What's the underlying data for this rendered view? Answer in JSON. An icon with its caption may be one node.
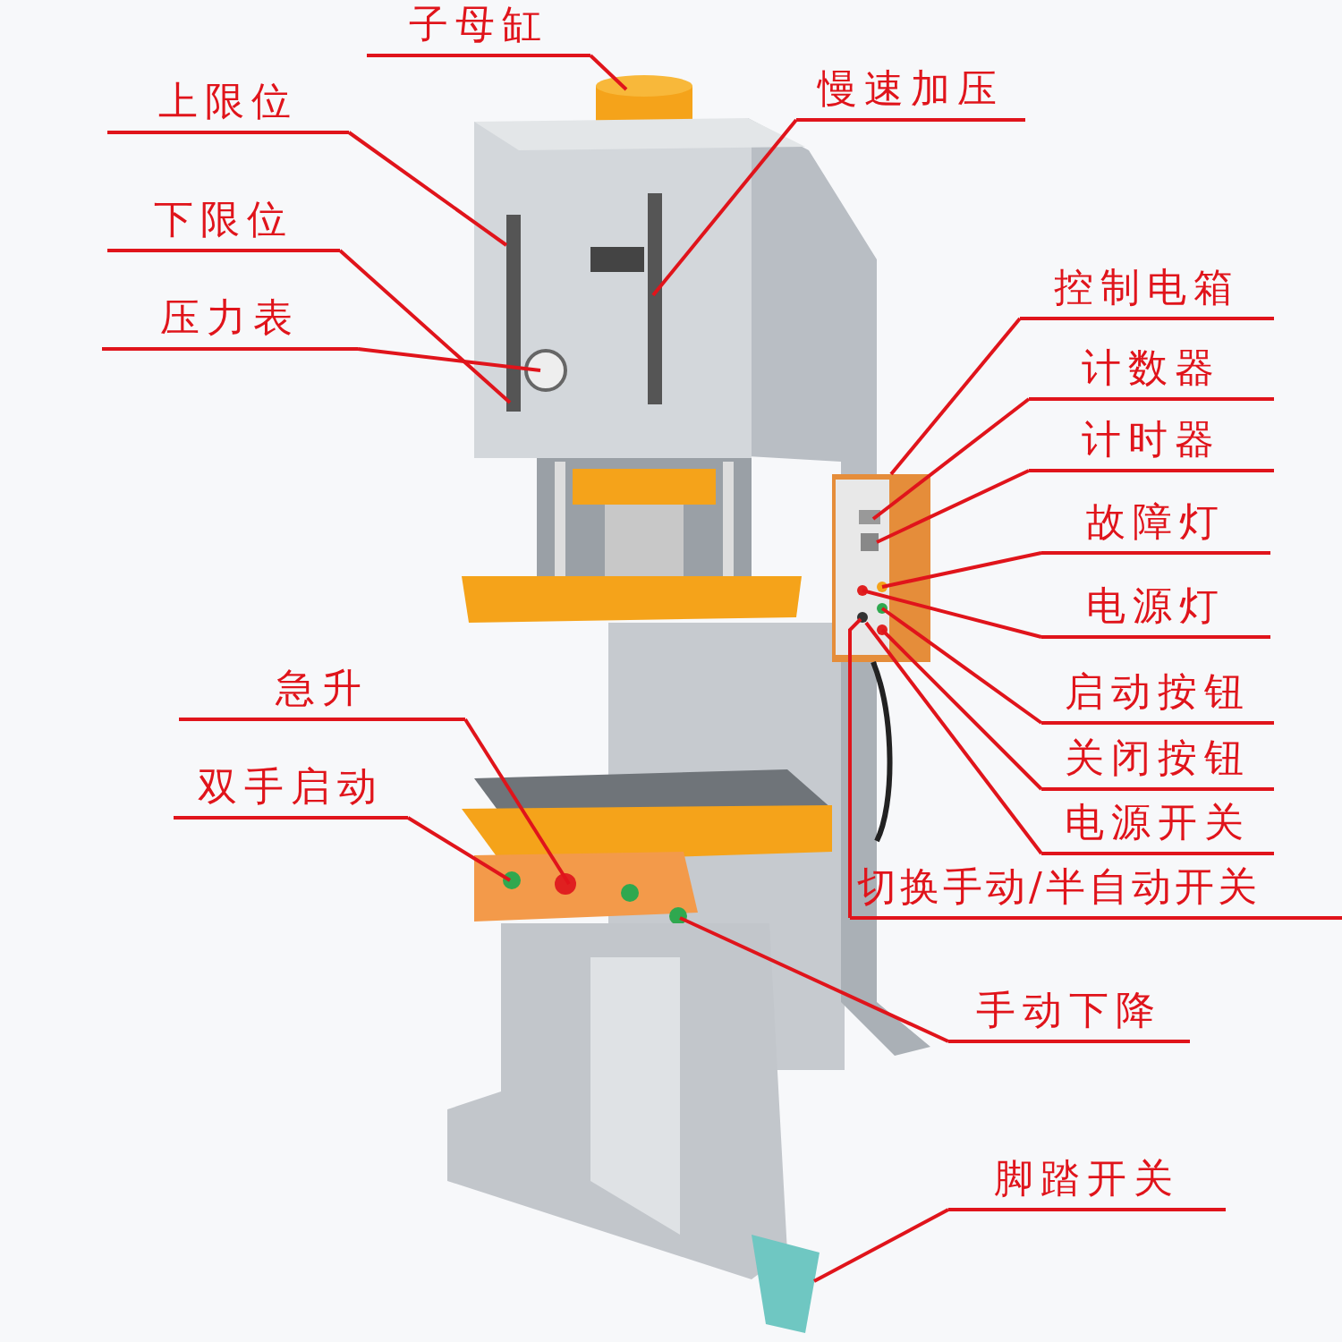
{
  "diagram": {
    "nodes": [
      {
        "text": [
          "子母缸"
        ]
      },
      {
        "text": [
          "上限位"
        ]
      },
      {
        "text": [
          "下限位"
        ]
      },
      {
        "text": [
          "压力表"
        ]
      },
      {
        "text": [
          "慢速加压"
        ]
      },
      {
        "text": [
          "控制电箱"
        ]
      },
      {
        "text": [
          "计数器"
        ]
      },
      {
        "text": [
          "计时器"
        ]
      },
      {
        "text": [
          "故障灯"
        ]
      },
      {
        "text": [
          "电源灯"
        ]
      },
      {
        "text": [
          "启动按钮"
        ]
      },
      {
        "text": [
          "关闭按钮"
        ]
      },
      {
        "text": [
          "电源开关"
        ]
      },
      {
        "text": [
          "切换手动/半自动开关"
        ]
      },
      {
        "text": [
          "急升"
        ]
      },
      {
        "text": [
          "双手启动"
        ]
      },
      {
        "text": [
          "手动下降"
        ]
      },
      {
        "text": [
          "脚踏开关"
        ]
      }
    ],
    "edges": [
      {
        "from": 0,
        "to": null,
        "arrow": "none"
      },
      {
        "from": 1,
        "to": null,
        "arrow": "none"
      },
      {
        "from": 2,
        "to": null,
        "arrow": "none"
      },
      {
        "from": 3,
        "to": null,
        "arrow": "none"
      },
      {
        "from": 4,
        "to": null,
        "arrow": "none"
      },
      {
        "from": 5,
        "to": null,
        "arrow": "none"
      },
      {
        "from": 6,
        "to": null,
        "arrow": "none"
      },
      {
        "from": 7,
        "to": null,
        "arrow": "none"
      },
      {
        "from": 8,
        "to": null,
        "arrow": "none"
      },
      {
        "from": 9,
        "to": null,
        "arrow": "none"
      },
      {
        "from": 10,
        "to": null,
        "arrow": "none"
      },
      {
        "from": 11,
        "to": null,
        "arrow": "none"
      },
      {
        "from": 12,
        "to": null,
        "arrow": "none"
      },
      {
        "from": 13,
        "to": null,
        "arrow": "none"
      },
      {
        "from": 14,
        "to": null,
        "arrow": "none"
      },
      {
        "from": 15,
        "to": null,
        "arrow": "none"
      },
      {
        "from": 16,
        "to": null,
        "arrow": "none"
      },
      {
        "from": 17,
        "to": null,
        "arrow": "none"
      }
    ]
  }
}
